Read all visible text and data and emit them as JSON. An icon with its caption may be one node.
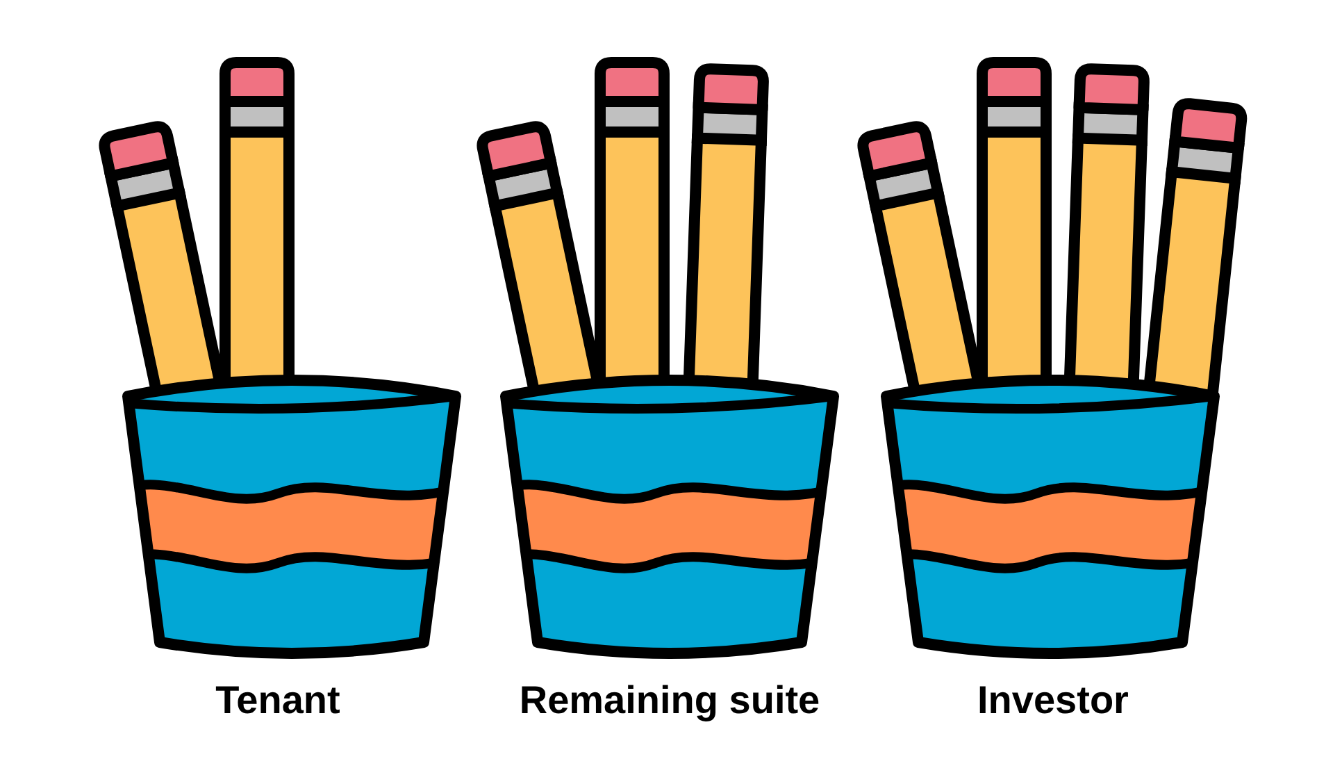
{
  "diagram": {
    "labels": [
      "Tenant",
      "Remaining suite",
      "Investor"
    ]
  }
}
